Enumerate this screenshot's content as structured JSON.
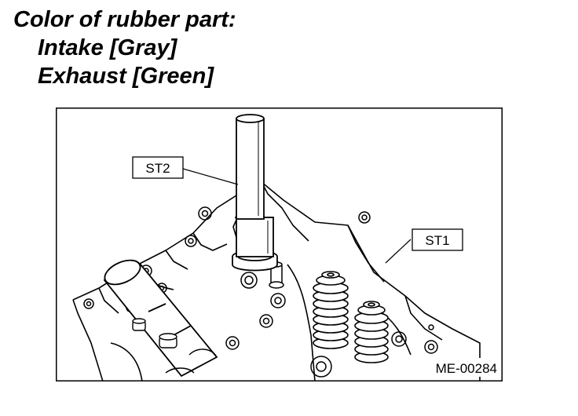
{
  "heading": {
    "line1": "Color of rubber part:",
    "line2": "Intake [Gray]",
    "line3": "Exhaust [Green]"
  },
  "figure": {
    "callouts": [
      {
        "id": "st2",
        "text": "ST2"
      },
      {
        "id": "st1",
        "text": "ST1"
      }
    ],
    "reference_code": "ME-00284"
  }
}
